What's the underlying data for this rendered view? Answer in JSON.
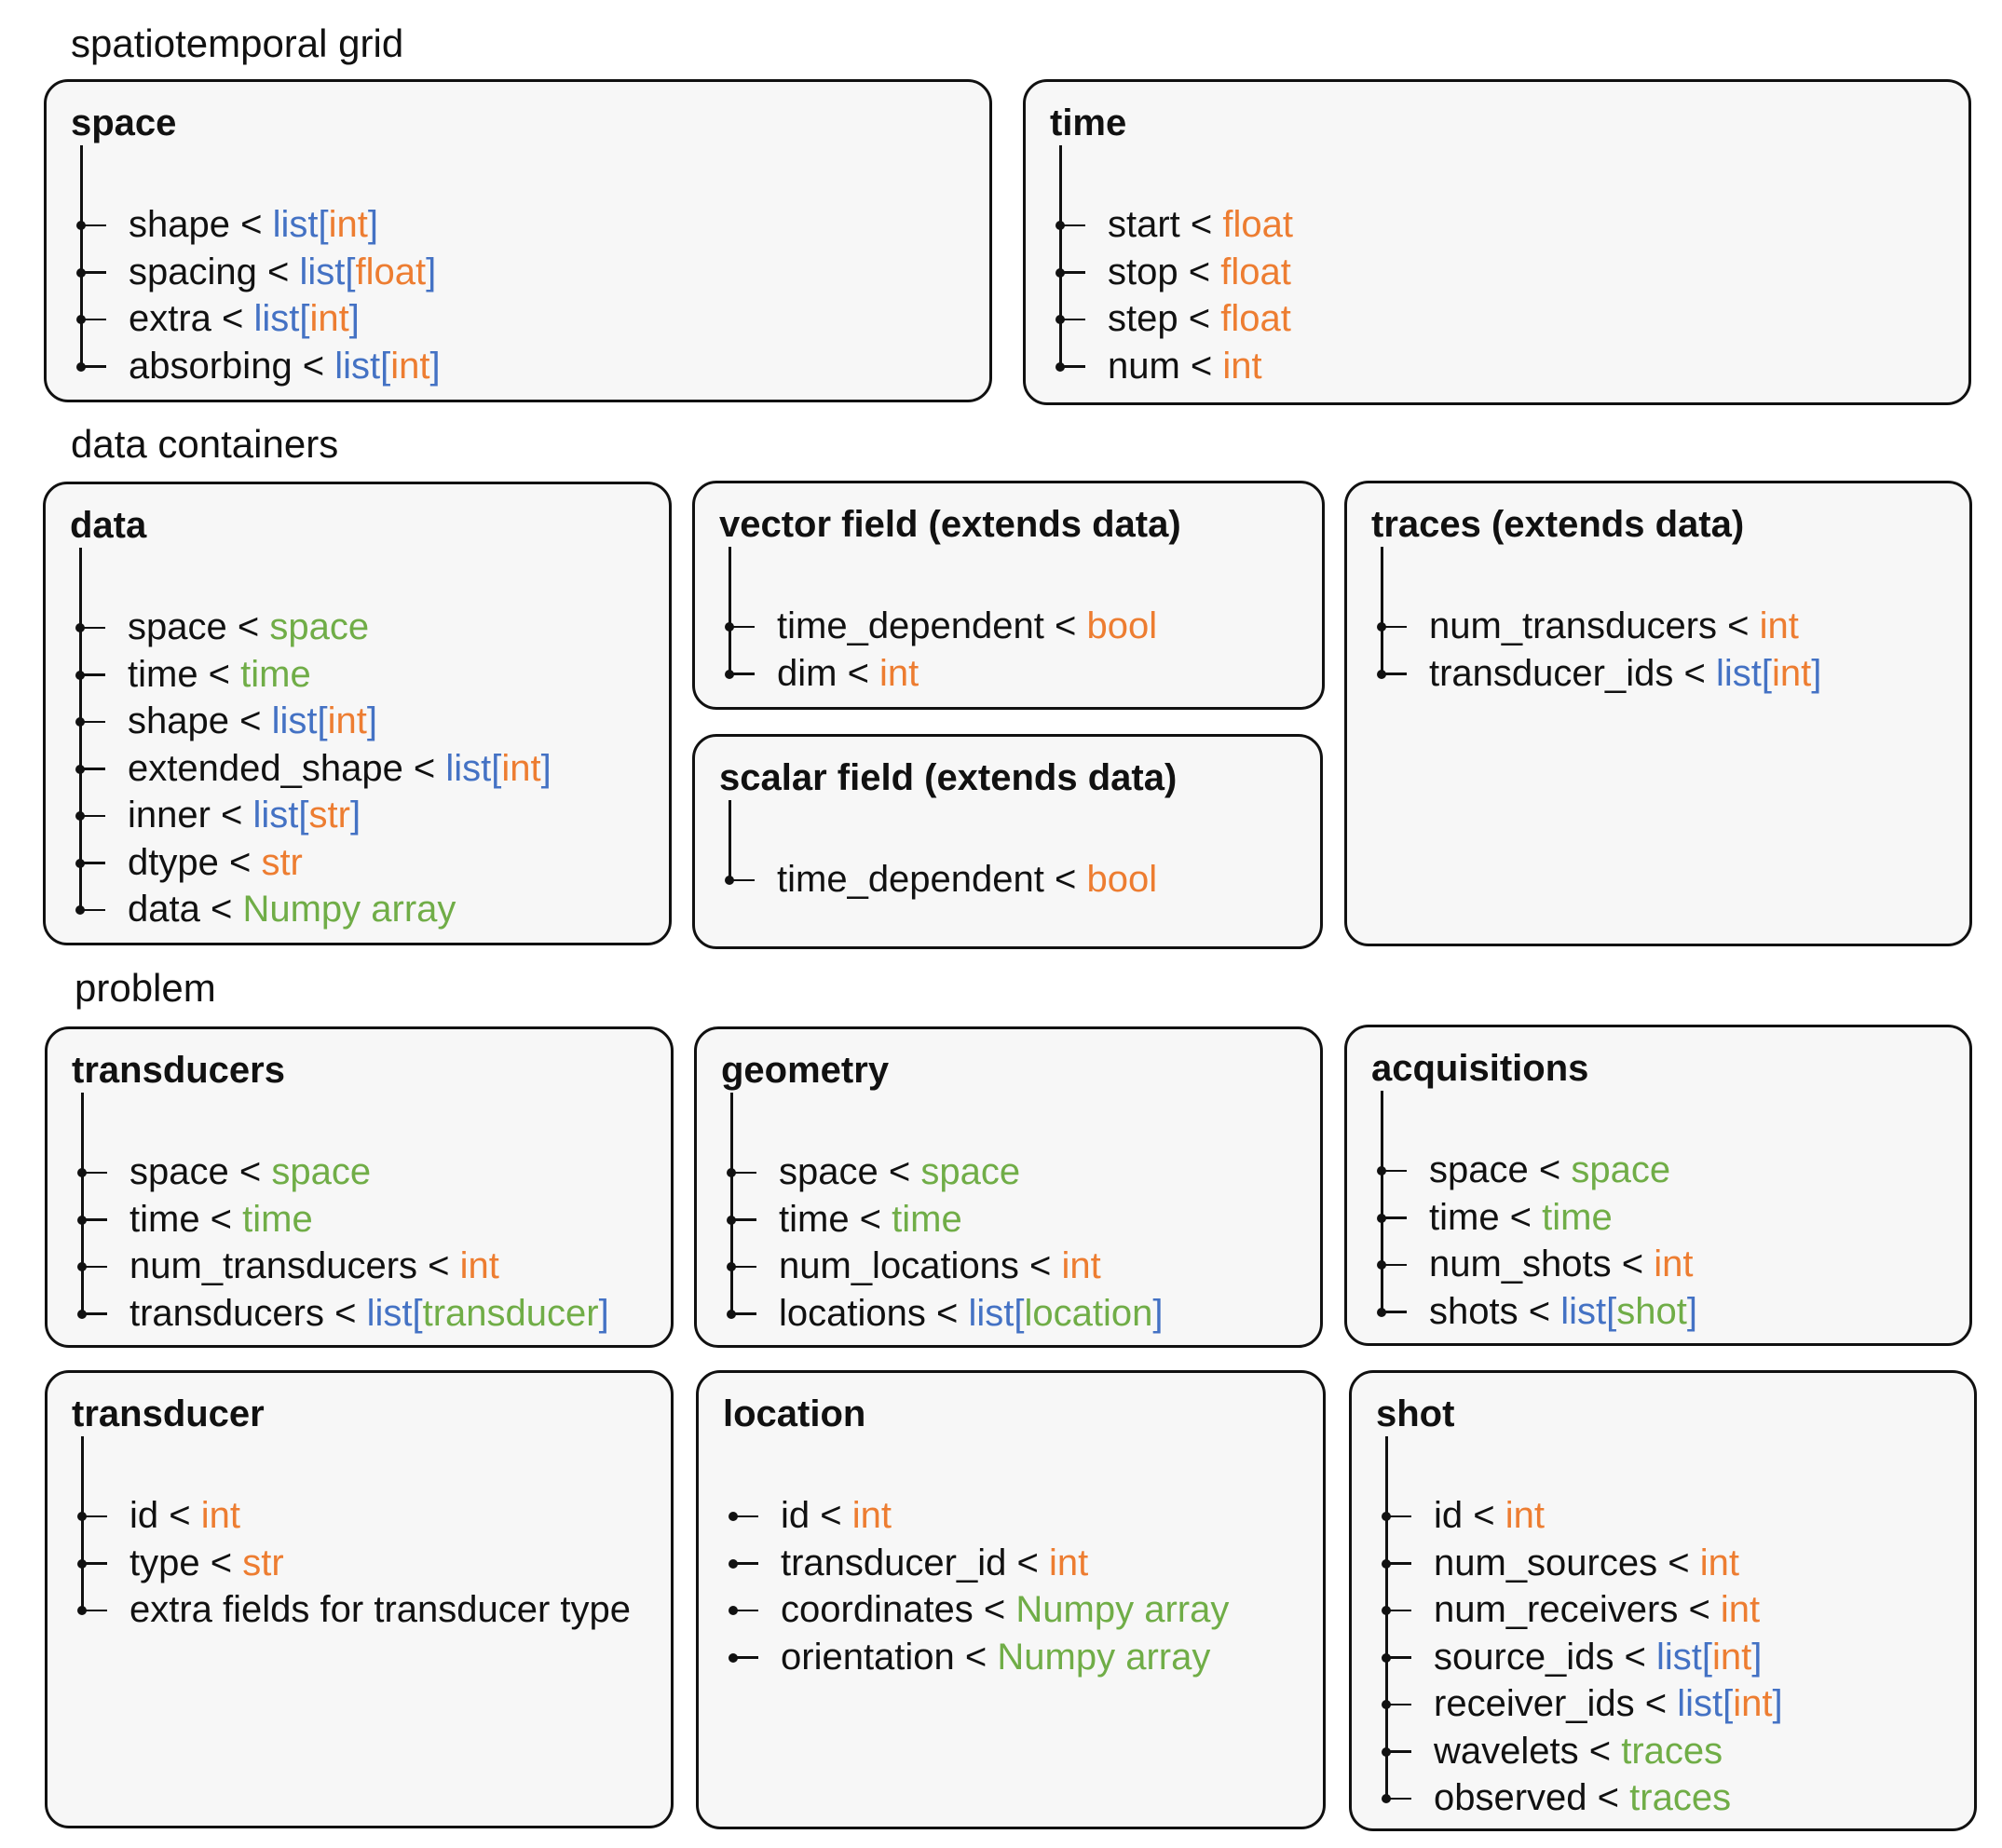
{
  "colors": {
    "blue": "#4472c4",
    "orange": "#ed7d31",
    "green": "#70ad47"
  },
  "sections": [
    {
      "title": "spatiotemporal grid"
    },
    {
      "title": "data containers"
    },
    {
      "title": "problem"
    }
  ],
  "boxes": [
    {
      "title": "space",
      "rows": [
        [
          {
            "t": "shape < "
          },
          {
            "t": "list",
            "c": "blue"
          },
          {
            "t": "[",
            "c": "blue"
          },
          {
            "t": "int",
            "c": "orange"
          },
          {
            "t": "]",
            "c": "blue"
          }
        ],
        [
          {
            "t": "spacing < "
          },
          {
            "t": "list",
            "c": "blue"
          },
          {
            "t": "[",
            "c": "blue"
          },
          {
            "t": "float",
            "c": "orange"
          },
          {
            "t": "]",
            "c": "blue"
          }
        ],
        [
          {
            "t": "extra < "
          },
          {
            "t": "list",
            "c": "blue"
          },
          {
            "t": "[",
            "c": "blue"
          },
          {
            "t": "int",
            "c": "orange"
          },
          {
            "t": "]",
            "c": "blue"
          }
        ],
        [
          {
            "t": "absorbing < "
          },
          {
            "t": "list",
            "c": "blue"
          },
          {
            "t": "[",
            "c": "blue"
          },
          {
            "t": "int",
            "c": "orange"
          },
          {
            "t": "]",
            "c": "blue"
          }
        ]
      ]
    },
    {
      "title": "time",
      "rows": [
        [
          {
            "t": "start < "
          },
          {
            "t": "float",
            "c": "orange"
          }
        ],
        [
          {
            "t": "stop < "
          },
          {
            "t": "float",
            "c": "orange"
          }
        ],
        [
          {
            "t": "step < "
          },
          {
            "t": "float",
            "c": "orange"
          }
        ],
        [
          {
            "t": "num < "
          },
          {
            "t": "int",
            "c": "orange"
          }
        ]
      ]
    },
    {
      "title": "data",
      "rows": [
        [
          {
            "t": "space < "
          },
          {
            "t": "space",
            "c": "green"
          }
        ],
        [
          {
            "t": "time < "
          },
          {
            "t": "time",
            "c": "green"
          }
        ],
        [
          {
            "t": "shape < "
          },
          {
            "t": "list",
            "c": "blue"
          },
          {
            "t": "[",
            "c": "blue"
          },
          {
            "t": "int",
            "c": "orange"
          },
          {
            "t": "]",
            "c": "blue"
          }
        ],
        [
          {
            "t": "extended_shape < "
          },
          {
            "t": "list",
            "c": "blue"
          },
          {
            "t": "[",
            "c": "blue"
          },
          {
            "t": "int",
            "c": "orange"
          },
          {
            "t": "]",
            "c": "blue"
          }
        ],
        [
          {
            "t": "inner < "
          },
          {
            "t": "list",
            "c": "blue"
          },
          {
            "t": "[",
            "c": "blue"
          },
          {
            "t": "str",
            "c": "orange"
          },
          {
            "t": "]",
            "c": "blue"
          }
        ],
        [
          {
            "t": "dtype < "
          },
          {
            "t": "str",
            "c": "orange"
          }
        ],
        [
          {
            "t": "data < "
          },
          {
            "t": "Numpy array",
            "c": "green"
          }
        ]
      ]
    },
    {
      "title": "vector field (extends data)",
      "rows": [
        [
          {
            "t": "time_dependent < "
          },
          {
            "t": "bool",
            "c": "orange"
          }
        ],
        [
          {
            "t": "dim < "
          },
          {
            "t": "int",
            "c": "orange"
          }
        ]
      ]
    },
    {
      "title": "scalar field (extends data)",
      "rows": [
        [
          {
            "t": "time_dependent < "
          },
          {
            "t": "bool",
            "c": "orange"
          }
        ]
      ]
    },
    {
      "title": "traces (extends data)",
      "rows": [
        [
          {
            "t": "num_transducers < "
          },
          {
            "t": "int",
            "c": "orange"
          }
        ],
        [
          {
            "t": "transducer_ids < "
          },
          {
            "t": "list",
            "c": "blue"
          },
          {
            "t": "[",
            "c": "blue"
          },
          {
            "t": "int",
            "c": "orange"
          },
          {
            "t": "]",
            "c": "blue"
          }
        ]
      ]
    },
    {
      "title": "transducers",
      "rows": [
        [
          {
            "t": "space < "
          },
          {
            "t": "space",
            "c": "green"
          }
        ],
        [
          {
            "t": "time < "
          },
          {
            "t": "time",
            "c": "green"
          }
        ],
        [
          {
            "t": "num_transducers < "
          },
          {
            "t": "int",
            "c": "orange"
          }
        ],
        [
          {
            "t": "transducers < "
          },
          {
            "t": "list",
            "c": "blue"
          },
          {
            "t": "[",
            "c": "blue"
          },
          {
            "t": "transducer",
            "c": "green"
          },
          {
            "t": "]",
            "c": "blue"
          }
        ]
      ]
    },
    {
      "title": "geometry",
      "rows": [
        [
          {
            "t": "space < "
          },
          {
            "t": "space",
            "c": "green"
          }
        ],
        [
          {
            "t": "time < "
          },
          {
            "t": "time",
            "c": "green"
          }
        ],
        [
          {
            "t": "num_locations < "
          },
          {
            "t": "int",
            "c": "orange"
          }
        ],
        [
          {
            "t": "locations < "
          },
          {
            "t": "list",
            "c": "blue"
          },
          {
            "t": "[",
            "c": "blue"
          },
          {
            "t": "location",
            "c": "green"
          },
          {
            "t": "]",
            "c": "blue"
          }
        ]
      ]
    },
    {
      "title": "acquisitions",
      "rows": [
        [
          {
            "t": "space < "
          },
          {
            "t": "space",
            "c": "green"
          }
        ],
        [
          {
            "t": "time < "
          },
          {
            "t": "time",
            "c": "green"
          }
        ],
        [
          {
            "t": "num_shots < "
          },
          {
            "t": "int",
            "c": "orange"
          }
        ],
        [
          {
            "t": "shots < "
          },
          {
            "t": "list",
            "c": "blue"
          },
          {
            "t": "[",
            "c": "blue"
          },
          {
            "t": "shot",
            "c": "green"
          },
          {
            "t": "]",
            "c": "blue"
          }
        ]
      ]
    },
    {
      "title": "transducer",
      "rows": [
        [
          {
            "t": "id < "
          },
          {
            "t": "int",
            "c": "orange"
          }
        ],
        [
          {
            "t": "type < "
          },
          {
            "t": "str",
            "c": "orange"
          }
        ],
        [
          {
            "t": "extra fields for transducer type"
          }
        ]
      ]
    },
    {
      "title": "location",
      "stem": false,
      "rows": [
        [
          {
            "t": "id < "
          },
          {
            "t": "int",
            "c": "orange"
          }
        ],
        [
          {
            "t": "transducer_id < "
          },
          {
            "t": "int",
            "c": "orange"
          }
        ],
        [
          {
            "t": "coordinates < "
          },
          {
            "t": "Numpy array",
            "c": "green"
          }
        ],
        [
          {
            "t": "orientation < "
          },
          {
            "t": "Numpy array",
            "c": "green"
          }
        ]
      ]
    },
    {
      "title": "shot",
      "rows": [
        [
          {
            "t": "id < "
          },
          {
            "t": "int",
            "c": "orange"
          }
        ],
        [
          {
            "t": "num_sources < "
          },
          {
            "t": "int",
            "c": "orange"
          }
        ],
        [
          {
            "t": "num_receivers < "
          },
          {
            "t": "int",
            "c": "orange"
          }
        ],
        [
          {
            "t": "source_ids < "
          },
          {
            "t": "list",
            "c": "blue"
          },
          {
            "t": "[",
            "c": "blue"
          },
          {
            "t": "int",
            "c": "orange"
          },
          {
            "t": "]",
            "c": "blue"
          }
        ],
        [
          {
            "t": "receiver_ids < "
          },
          {
            "t": "list",
            "c": "blue"
          },
          {
            "t": "[",
            "c": "blue"
          },
          {
            "t": "int",
            "c": "orange"
          },
          {
            "t": "]",
            "c": "blue"
          }
        ],
        [
          {
            "t": "wavelets < "
          },
          {
            "t": "traces",
            "c": "green"
          }
        ],
        [
          {
            "t": "observed < "
          },
          {
            "t": "traces",
            "c": "green"
          }
        ]
      ]
    }
  ]
}
